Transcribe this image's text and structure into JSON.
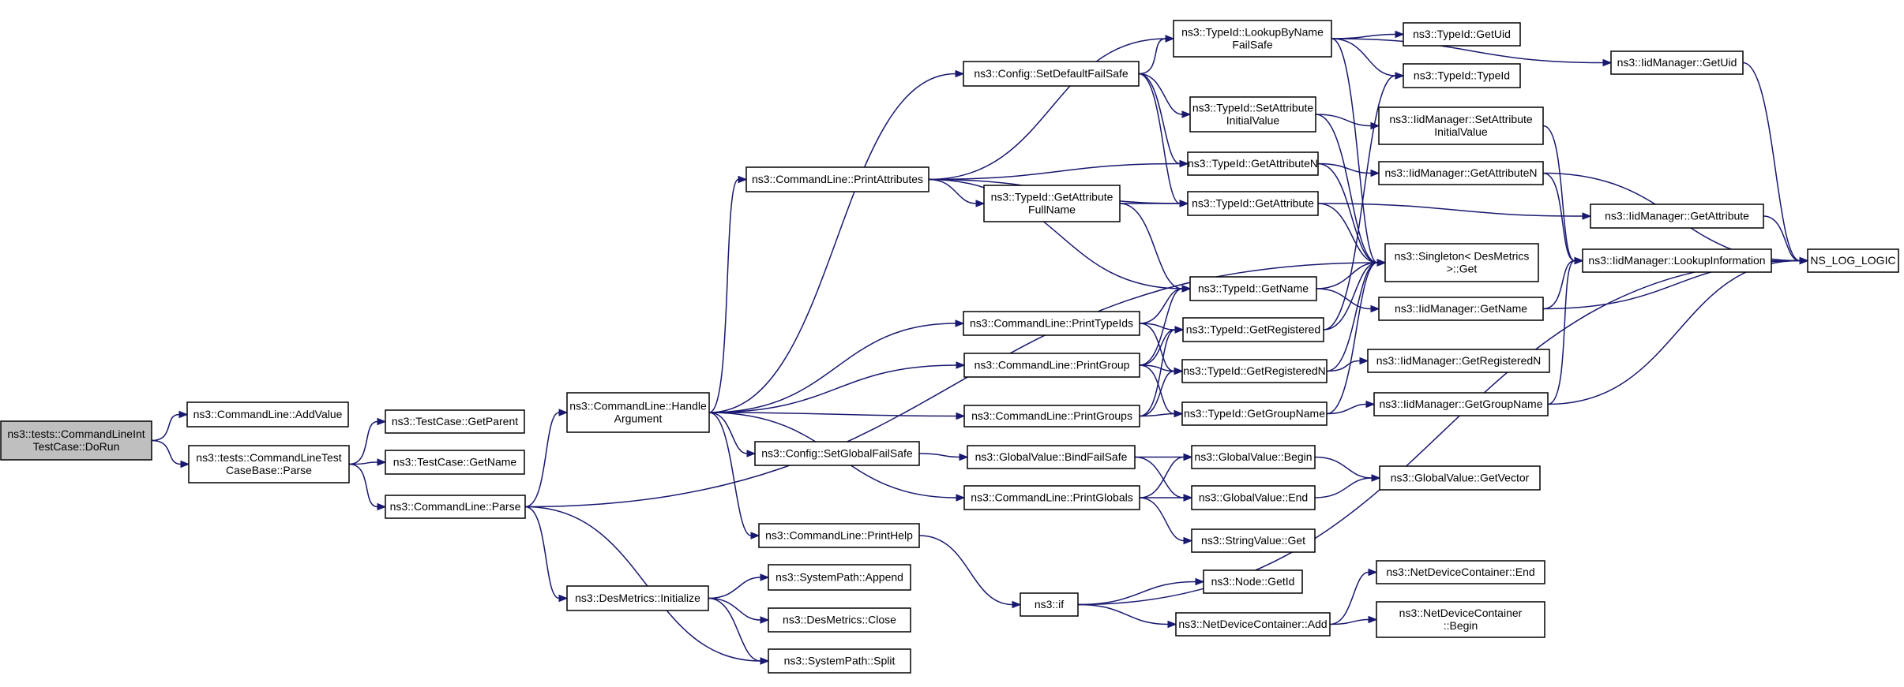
{
  "nodes": [
    {
      "id": "dorun",
      "label": [
        "ns3::tests::CommandLineInt",
        "TestCase::DoRun"
      ],
      "root": true
    },
    {
      "id": "addvalue",
      "label": [
        "ns3::CommandLine::AddValue"
      ]
    },
    {
      "id": "parseBase",
      "label": [
        "ns3::tests::CommandLineTest",
        "CaseBase::Parse"
      ]
    },
    {
      "id": "getParent",
      "label": [
        "ns3::TestCase::GetParent"
      ]
    },
    {
      "id": "tcGetName",
      "label": [
        "ns3::TestCase::GetName"
      ]
    },
    {
      "id": "clParse",
      "label": [
        "ns3::CommandLine::Parse"
      ]
    },
    {
      "id": "handleArg",
      "label": [
        "ns3::CommandLine::Handle",
        "Argument"
      ]
    },
    {
      "id": "desInit",
      "label": [
        "ns3::DesMetrics::Initialize"
      ]
    },
    {
      "id": "printAttrs",
      "label": [
        "ns3::CommandLine::PrintAttributes"
      ]
    },
    {
      "id": "setDefFS",
      "label": [
        "ns3::Config::SetDefaultFailSafe"
      ]
    },
    {
      "id": "printTypeIds",
      "label": [
        "ns3::CommandLine::PrintTypeIds"
      ]
    },
    {
      "id": "printGroup",
      "label": [
        "ns3::CommandLine::PrintGroup"
      ]
    },
    {
      "id": "printGroups",
      "label": [
        "ns3::CommandLine::PrintGroups"
      ]
    },
    {
      "id": "setGlobFS",
      "label": [
        "ns3::Config::SetGlobalFailSafe"
      ]
    },
    {
      "id": "printGlobals",
      "label": [
        "ns3::CommandLine::PrintGlobals"
      ]
    },
    {
      "id": "printHelp",
      "label": [
        "ns3::CommandLine::PrintHelp"
      ]
    },
    {
      "id": "spAppend",
      "label": [
        "ns3::SystemPath::Append"
      ]
    },
    {
      "id": "desClose",
      "label": [
        "ns3::DesMetrics::Close"
      ]
    },
    {
      "id": "spSplit",
      "label": [
        "ns3::SystemPath::Split"
      ]
    },
    {
      "id": "tidGetAttrFull",
      "label": [
        "ns3::TypeId::GetAttribute",
        "FullName"
      ]
    },
    {
      "id": "gvBindFS",
      "label": [
        "ns3::GlobalValue::BindFailSafe"
      ]
    },
    {
      "id": "nsIf",
      "label": [
        "ns3::if"
      ]
    },
    {
      "id": "tidLookup",
      "label": [
        "ns3::TypeId::LookupByName",
        "FailSafe"
      ]
    },
    {
      "id": "tidSetAttrInit",
      "label": [
        "ns3::TypeId::SetAttribute",
        "InitialValue"
      ]
    },
    {
      "id": "tidGetAttrN",
      "label": [
        "ns3::TypeId::GetAttributeN"
      ]
    },
    {
      "id": "tidGetAttr",
      "label": [
        "ns3::TypeId::GetAttribute"
      ]
    },
    {
      "id": "tidGetName",
      "label": [
        "ns3::TypeId::GetName"
      ]
    },
    {
      "id": "tidGetReg",
      "label": [
        "ns3::TypeId::GetRegistered"
      ]
    },
    {
      "id": "tidGetRegN",
      "label": [
        "ns3::TypeId::GetRegisteredN"
      ]
    },
    {
      "id": "tidGetGroup",
      "label": [
        "ns3::TypeId::GetGroupName"
      ]
    },
    {
      "id": "gvBegin",
      "label": [
        "ns3::GlobalValue::Begin"
      ]
    },
    {
      "id": "gvEnd",
      "label": [
        "ns3::GlobalValue::End"
      ]
    },
    {
      "id": "svGet",
      "label": [
        "ns3::StringValue::Get"
      ]
    },
    {
      "id": "nodeGetId",
      "label": [
        "ns3::Node::GetId"
      ]
    },
    {
      "id": "ndcAdd",
      "label": [
        "ns3::NetDeviceContainer::Add"
      ]
    },
    {
      "id": "tidGetUid",
      "label": [
        "ns3::TypeId::GetUid"
      ]
    },
    {
      "id": "tidTypeId",
      "label": [
        "ns3::TypeId::TypeId"
      ]
    },
    {
      "id": "singleton",
      "label": [
        "ns3::Singleton< DesMetrics",
        ">::Get"
      ]
    },
    {
      "id": "iidSetAttrInit",
      "label": [
        "ns3::IidManager::SetAttribute",
        "InitialValue"
      ]
    },
    {
      "id": "iidGetAttrN",
      "label": [
        "ns3::IidManager::GetAttributeN"
      ]
    },
    {
      "id": "iidGetName",
      "label": [
        "ns3::IidManager::GetName"
      ]
    },
    {
      "id": "iidGetRegN",
      "label": [
        "ns3::IidManager::GetRegisteredN"
      ]
    },
    {
      "id": "iidGetGroup",
      "label": [
        "ns3::IidManager::GetGroupName"
      ]
    },
    {
      "id": "gvGetVector",
      "label": [
        "ns3::GlobalValue::GetVector"
      ]
    },
    {
      "id": "ndcEnd",
      "label": [
        "ns3::NetDeviceContainer::End"
      ]
    },
    {
      "id": "ndcBegin",
      "label": [
        "ns3::NetDeviceContainer",
        "::Begin"
      ]
    },
    {
      "id": "iidGetUid",
      "label": [
        "ns3::IidManager::GetUid"
      ]
    },
    {
      "id": "iidGetAttr",
      "label": [
        "ns3::IidManager::GetAttribute"
      ]
    },
    {
      "id": "iidLookup",
      "label": [
        "ns3::IidManager::LookupInformation"
      ]
    },
    {
      "id": "nsLogLogic",
      "label": [
        "NS_LOG_LOGIC"
      ]
    }
  ],
  "edges": [
    [
      "dorun",
      "addvalue"
    ],
    [
      "dorun",
      "parseBase"
    ],
    [
      "parseBase",
      "getParent"
    ],
    [
      "parseBase",
      "tcGetName"
    ],
    [
      "parseBase",
      "clParse"
    ],
    [
      "clParse",
      "handleArg"
    ],
    [
      "clParse",
      "desInit"
    ],
    [
      "clParse",
      "spSplit"
    ],
    [
      "clParse",
      "singleton"
    ],
    [
      "handleArg",
      "printAttrs"
    ],
    [
      "handleArg",
      "setDefFS"
    ],
    [
      "handleArg",
      "printTypeIds"
    ],
    [
      "handleArg",
      "printGroup"
    ],
    [
      "handleArg",
      "printGroups"
    ],
    [
      "handleArg",
      "setGlobFS"
    ],
    [
      "handleArg",
      "printGlobals"
    ],
    [
      "handleArg",
      "printHelp"
    ],
    [
      "desInit",
      "spAppend"
    ],
    [
      "desInit",
      "desClose"
    ],
    [
      "desInit",
      "spSplit"
    ],
    [
      "printAttrs",
      "tidGetAttrFull"
    ],
    [
      "printAttrs",
      "tidGetAttrN"
    ],
    [
      "printAttrs",
      "tidGetAttr"
    ],
    [
      "printAttrs",
      "tidGetName"
    ],
    [
      "printAttrs",
      "tidLookup"
    ],
    [
      "setDefFS",
      "tidLookup"
    ],
    [
      "setDefFS",
      "tidSetAttrInit"
    ],
    [
      "setDefFS",
      "tidGetAttrN"
    ],
    [
      "setDefFS",
      "tidGetAttr"
    ],
    [
      "tidGetAttrFull",
      "tidGetAttr"
    ],
    [
      "tidGetAttrFull",
      "tidGetName"
    ],
    [
      "printTypeIds",
      "tidGetName"
    ],
    [
      "printTypeIds",
      "tidGetReg"
    ],
    [
      "printTypeIds",
      "tidGetRegN"
    ],
    [
      "printGroup",
      "tidGetName"
    ],
    [
      "printGroup",
      "tidGetReg"
    ],
    [
      "printGroup",
      "tidGetRegN"
    ],
    [
      "printGroup",
      "tidGetGroup"
    ],
    [
      "printGroups",
      "tidGetReg"
    ],
    [
      "printGroups",
      "tidGetRegN"
    ],
    [
      "printGroups",
      "tidGetGroup"
    ],
    [
      "setGlobFS",
      "gvBindFS"
    ],
    [
      "gvBindFS",
      "gvBegin"
    ],
    [
      "gvBindFS",
      "gvEnd"
    ],
    [
      "printGlobals",
      "gvBegin"
    ],
    [
      "printGlobals",
      "gvEnd"
    ],
    [
      "printGlobals",
      "svGet"
    ],
    [
      "printHelp",
      "nsIf"
    ],
    [
      "nsIf",
      "nodeGetId"
    ],
    [
      "nsIf",
      "ndcAdd"
    ],
    [
      "nsIf",
      "nsLogLogic"
    ],
    [
      "ndcAdd",
      "ndcEnd"
    ],
    [
      "ndcAdd",
      "ndcBegin"
    ],
    [
      "tidLookup",
      "tidGetUid"
    ],
    [
      "tidLookup",
      "tidTypeId"
    ],
    [
      "tidLookup",
      "iidGetUid"
    ],
    [
      "tidLookup",
      "singleton"
    ],
    [
      "tidSetAttrInit",
      "iidSetAttrInit"
    ],
    [
      "tidSetAttrInit",
      "singleton"
    ],
    [
      "tidGetAttrN",
      "iidGetAttrN"
    ],
    [
      "tidGetAttrN",
      "singleton"
    ],
    [
      "tidGetAttr",
      "iidGetAttr"
    ],
    [
      "tidGetAttr",
      "singleton"
    ],
    [
      "tidGetName",
      "iidGetName"
    ],
    [
      "tidGetName",
      "singleton"
    ],
    [
      "tidGetReg",
      "singleton"
    ],
    [
      "tidGetReg",
      "tidTypeId"
    ],
    [
      "tidGetRegN",
      "iidGetRegN"
    ],
    [
      "tidGetRegN",
      "singleton"
    ],
    [
      "tidGetGroup",
      "iidGetGroup"
    ],
    [
      "tidGetGroup",
      "singleton"
    ],
    [
      "gvBegin",
      "gvGetVector"
    ],
    [
      "gvEnd",
      "gvGetVector"
    ],
    [
      "iidGetUid",
      "nsLogLogic"
    ],
    [
      "iidSetAttrInit",
      "iidLookup"
    ],
    [
      "iidGetAttrN",
      "iidLookup"
    ],
    [
      "iidGetAttrN",
      "nsLogLogic"
    ],
    [
      "iidGetAttr",
      "nsLogLogic"
    ],
    [
      "iidGetName",
      "iidLookup"
    ],
    [
      "iidGetName",
      "nsLogLogic"
    ],
    [
      "iidGetGroup",
      "iidLookup"
    ],
    [
      "iidGetGroup",
      "nsLogLogic"
    ],
    [
      "iidLookup",
      "nsLogLogic"
    ]
  ]
}
